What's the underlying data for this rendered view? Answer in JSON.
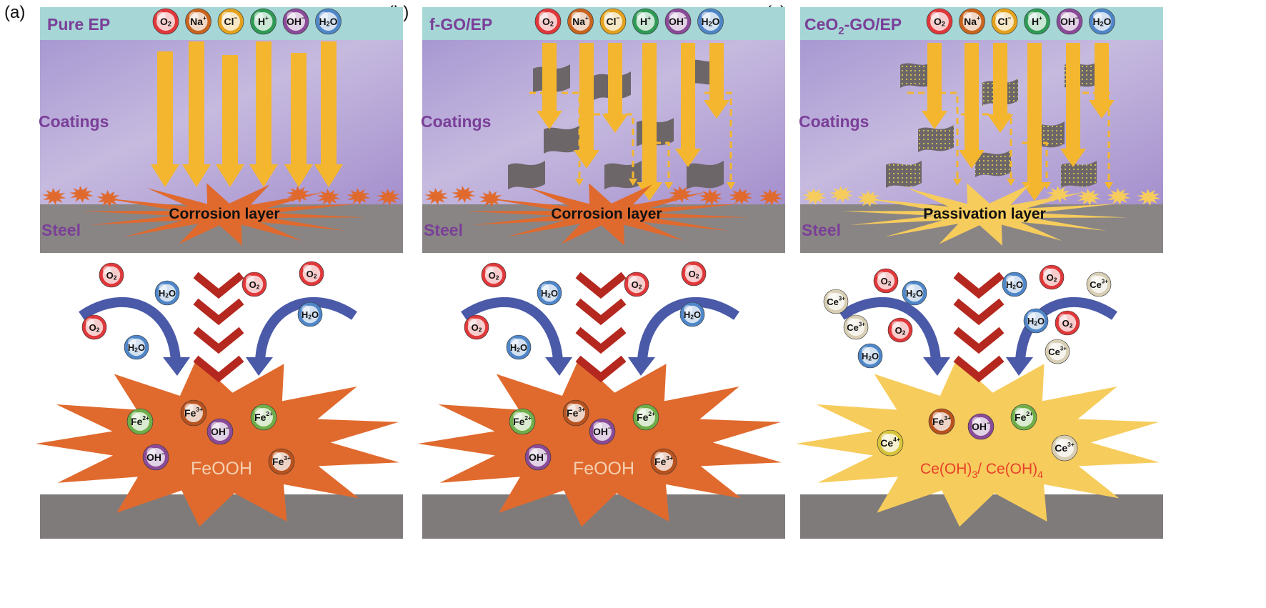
{
  "panels": [
    {
      "letter": "(a)",
      "title": "Pure EP",
      "title_sub": "",
      "title_suffix": "",
      "coatings_label": "Coatings",
      "steel_label": "Steel",
      "layer_label": "Corrosion layer",
      "product_label": "FeOOH",
      "product_color": "#f5cfb0",
      "flake_type": "none",
      "tone": "corrosion",
      "small_bursts": "corrosion",
      "reaction_species": [
        "O2",
        "H2O",
        "O2",
        "H2O",
        "O2",
        "O2",
        "H2O"
      ],
      "product_ions": [
        "Fe2+",
        "Fe3+",
        "OH-",
        "Fe2+",
        "OH-",
        "Fe3+"
      ]
    },
    {
      "letter": "(b)",
      "title": "f-GO/EP",
      "title_sub": "",
      "title_suffix": "",
      "coatings_label": "Coatings",
      "steel_label": "Steel",
      "layer_label": "Corrosion layer",
      "product_label": "FeOOH",
      "product_color": "#f5cfb0",
      "flake_type": "plain",
      "tone": "corrosion",
      "small_bursts": "corrosion",
      "reaction_species": [
        "O2",
        "H2O",
        "O2",
        "H2O",
        "O2",
        "O2",
        "H2O"
      ],
      "product_ions": [
        "Fe2+",
        "Fe3+",
        "OH-",
        "Fe2+",
        "OH-",
        "Fe3+"
      ]
    },
    {
      "letter": "(c)",
      "title": "CeO",
      "title_sub": "2",
      "title_suffix": "-GO/EP",
      "coatings_label": "Coatings",
      "steel_label": "Steel",
      "layer_label": "Passivation layer",
      "product_label": "Ce(OH)3/ Ce(OH)4",
      "product_color": "#e8402a",
      "flake_type": "dotted",
      "tone": "passivation",
      "small_bursts": "passivation",
      "reaction_species": [
        "Ce3+",
        "O2",
        "H2O",
        "H2O",
        "O2",
        "Ce3+",
        "O2",
        "H2O",
        "Ce3+",
        "H2O",
        "O2",
        "Ce3+"
      ],
      "product_ions": [
        "Fe3+",
        "OH-",
        "Fe2+",
        "Ce4+",
        "Ce3+"
      ]
    }
  ],
  "incoming_species": [
    "O2",
    "Na+",
    "Cl-",
    "H+",
    "OH-",
    "H2O"
  ],
  "colors": {
    "top_band": "#a6d6d6",
    "coating": "#b8a8d8",
    "steel": "#8a8585",
    "corrosion": "#e06a2e",
    "passivation": "#f6cc5c",
    "arrow": "#f4b62e",
    "down_chevron": "#b5281f",
    "curve_arrow": "#4a5aa8",
    "title_purple": "#7a3f98",
    "flake": "#6d6669",
    "O2": "#e0383a",
    "Na+": "#c8641e",
    "Cl-": "#e3a21e",
    "H+": "#2f9a55",
    "OH-": "#8a4b98",
    "H2O": "#4f86c8",
    "Fe2+": "#6fae4a",
    "Fe3+": "#b8521e",
    "Ce3+": "#d8cfb5",
    "Ce4+": "#d8c43a"
  }
}
